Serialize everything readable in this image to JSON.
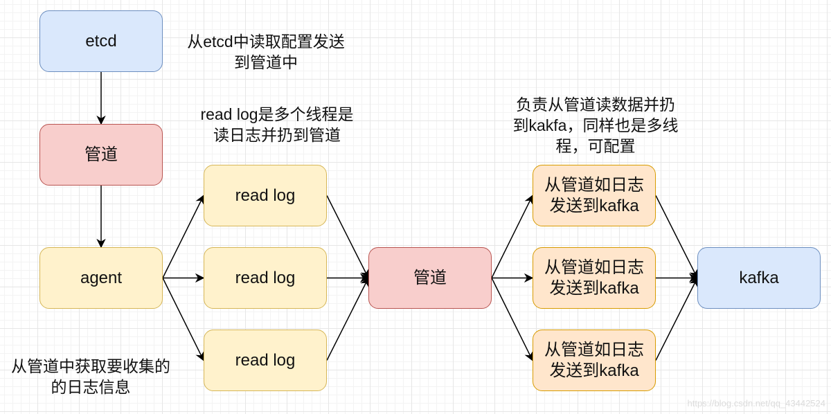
{
  "nodes": {
    "etcd": "etcd",
    "pipe_top": "管道",
    "agent": "agent",
    "read_log_1": "read log",
    "read_log_2": "read log",
    "read_log_3": "read log",
    "pipe_mid": "管道",
    "sender_1": "从管道如日志\n发送到kafka",
    "sender_2": "从管道如日志\n发送到kafka",
    "sender_3": "从管道如日志\n发送到kafka",
    "kafka": "kafka"
  },
  "notes": {
    "etcd_note": "从etcd中读取配置发送\n到管道中",
    "readlog_note": "read log是多个线程是\n读日志并扔到管道",
    "sender_note": "负责从管道读数据并扔\n到kakfa，同样也是多线\n程，可配置",
    "agent_note": "从管道中获取要收集的\n的日志信息"
  },
  "edges": [
    {
      "from": "etcd",
      "to": "pipe_top"
    },
    {
      "from": "pipe_top",
      "to": "agent"
    },
    {
      "from": "agent",
      "to": "read_log_1"
    },
    {
      "from": "agent",
      "to": "read_log_2"
    },
    {
      "from": "agent",
      "to": "read_log_3"
    },
    {
      "from": "read_log_1",
      "to": "pipe_mid"
    },
    {
      "from": "read_log_2",
      "to": "pipe_mid"
    },
    {
      "from": "read_log_3",
      "to": "pipe_mid"
    },
    {
      "from": "pipe_mid",
      "to": "sender_1"
    },
    {
      "from": "pipe_mid",
      "to": "sender_2"
    },
    {
      "from": "pipe_mid",
      "to": "sender_3"
    },
    {
      "from": "sender_1",
      "to": "kafka"
    },
    {
      "from": "sender_2",
      "to": "kafka"
    },
    {
      "from": "sender_3",
      "to": "kafka"
    }
  ],
  "watermark": "https://blog.csdn.net/qq_43442524"
}
